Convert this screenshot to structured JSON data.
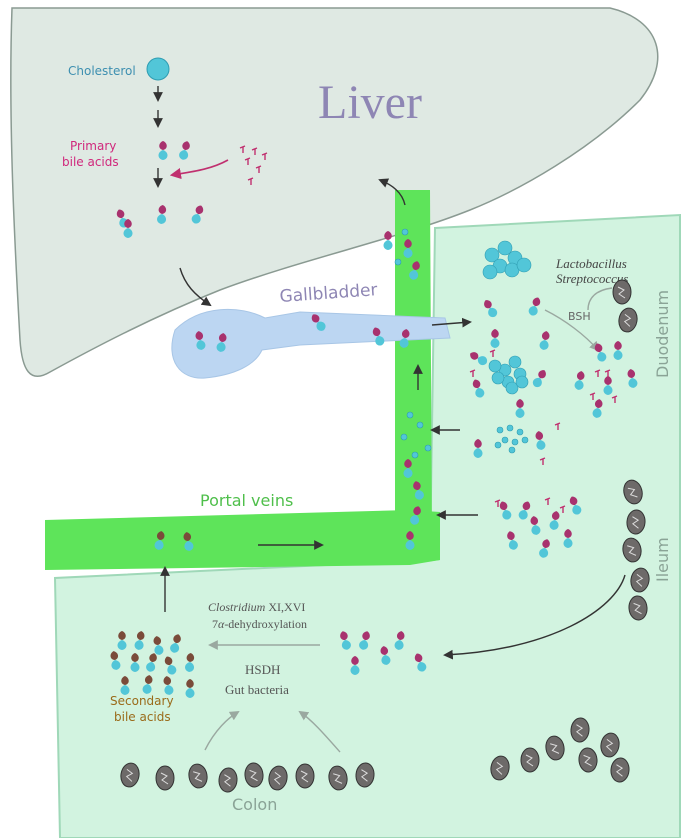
{
  "labels": {
    "liver": "Liver",
    "cholesterol": "Cholesterol",
    "primary_line1": "Primary",
    "primary_line2": "bile acids",
    "gallbladder": "Gallbladder",
    "lacto": "Lactobacillus",
    "strepto": "Streptococcus",
    "bsh": "BSH",
    "duodenum": "Duodenum",
    "ileum": "Ileum",
    "portal_veins": "Portal veins",
    "clostridium_italic": "Clostridium",
    "clostridium_rest": " XI,XVI",
    "dehydrox_alpha": "α",
    "dehydrox_prefix": "7",
    "dehydrox_rest": "-dehydroxylation",
    "hsdh": "HSDH",
    "gut_bacteria": "Gut bacteria",
    "secondary_line1": "Secondary",
    "secondary_line2": "bile acids",
    "colon": "Colon"
  },
  "colors": {
    "liver_fill": "#dfe9e3",
    "liver_stroke": "#8a9a92",
    "intestine_fill": "#d2f3e0",
    "intestine_stroke": "#9fd8b8",
    "portal_green": "#5ee45a",
    "gallbladder_blue": "#bcd6f2",
    "bile_cyan": "#52c6d8",
    "primary_magenta": "#a8326e",
    "secondary_brown": "#7a4b3a",
    "label_magenta": "#d0287c",
    "label_gold": "#9a6b1a",
    "label_purple": "#8e86b4",
    "bacteria_fill": "#6d6a69"
  }
}
